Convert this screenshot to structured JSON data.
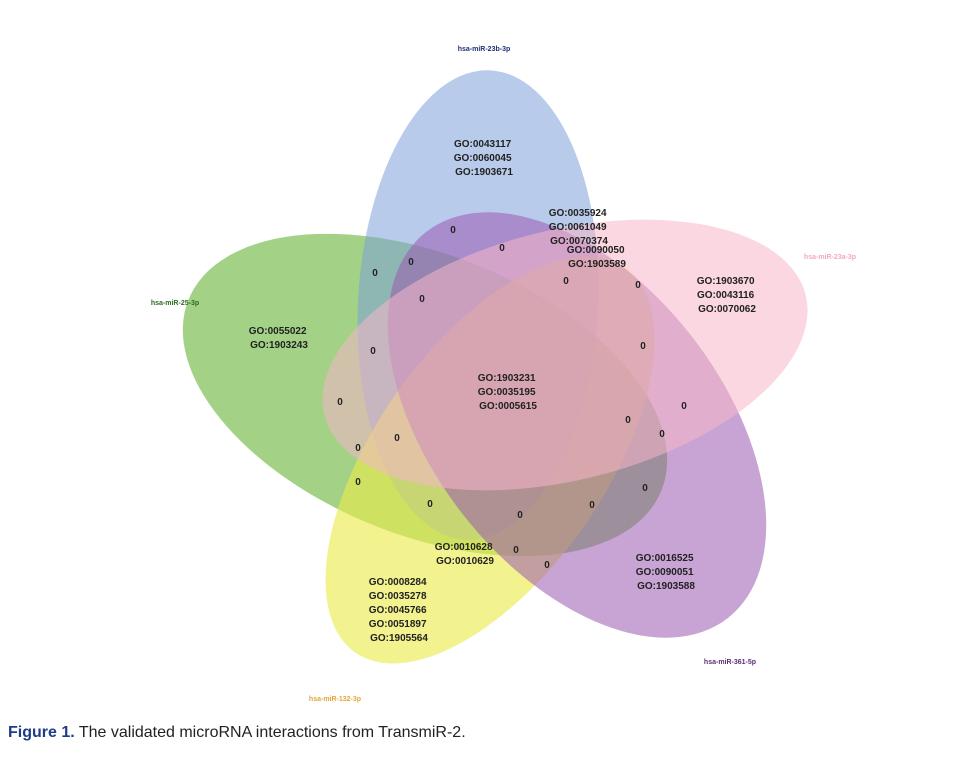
{
  "sets": [
    {
      "key": "a",
      "name": "hsa-miR-23b-3p",
      "color": "#7ea1d9"
    },
    {
      "key": "b",
      "name": "hsa-miR-23a-3p",
      "color": "#f5b6c8"
    },
    {
      "key": "c",
      "name": "hsa-miR-361-5p",
      "color": "#9b59b0"
    },
    {
      "key": "d",
      "name": "hsa-miR-132-3p",
      "color": "#eaea4a"
    },
    {
      "key": "e",
      "name": "hsa-miR-25-3p",
      "color": "#6bb43a"
    }
  ],
  "label_colors": {
    "a": "#1e2f7a",
    "b": "#f2a9bf",
    "c": "#5a2d78",
    "d": "#e5a53a",
    "e": "#2e6a1f"
  },
  "regions": {
    "only_a": [
      "GO:0043117",
      "GO:0060045",
      "GO:1903671"
    ],
    "ab": [
      "GO:0035924",
      "GO:0061049",
      "GO:0070374"
    ],
    "abd": [
      "GO:0090050",
      "GO:1903589"
    ],
    "only_b": [
      "GO:1903670",
      "GO:0043116",
      "GO:0070062"
    ],
    "only_e": [
      "GO:0055022",
      "GO:1903243"
    ],
    "all": [
      "GO:1903231",
      "GO:0035195",
      "GO:0005615"
    ],
    "de": [
      "GO:0010628",
      "GO:0010629"
    ],
    "only_c": [
      "GO:0016525",
      "GO:0090051",
      "GO:1903588"
    ],
    "only_d": [
      "GO:0008284",
      "GO:0035278",
      "GO:0045766",
      "GO:0051897",
      "GO:1905564"
    ]
  },
  "zero_label": "0",
  "zero_count": 26,
  "caption": {
    "label": "Figure 1.",
    "text": " The validated microRNA interactions from TransmiR-2."
  }
}
